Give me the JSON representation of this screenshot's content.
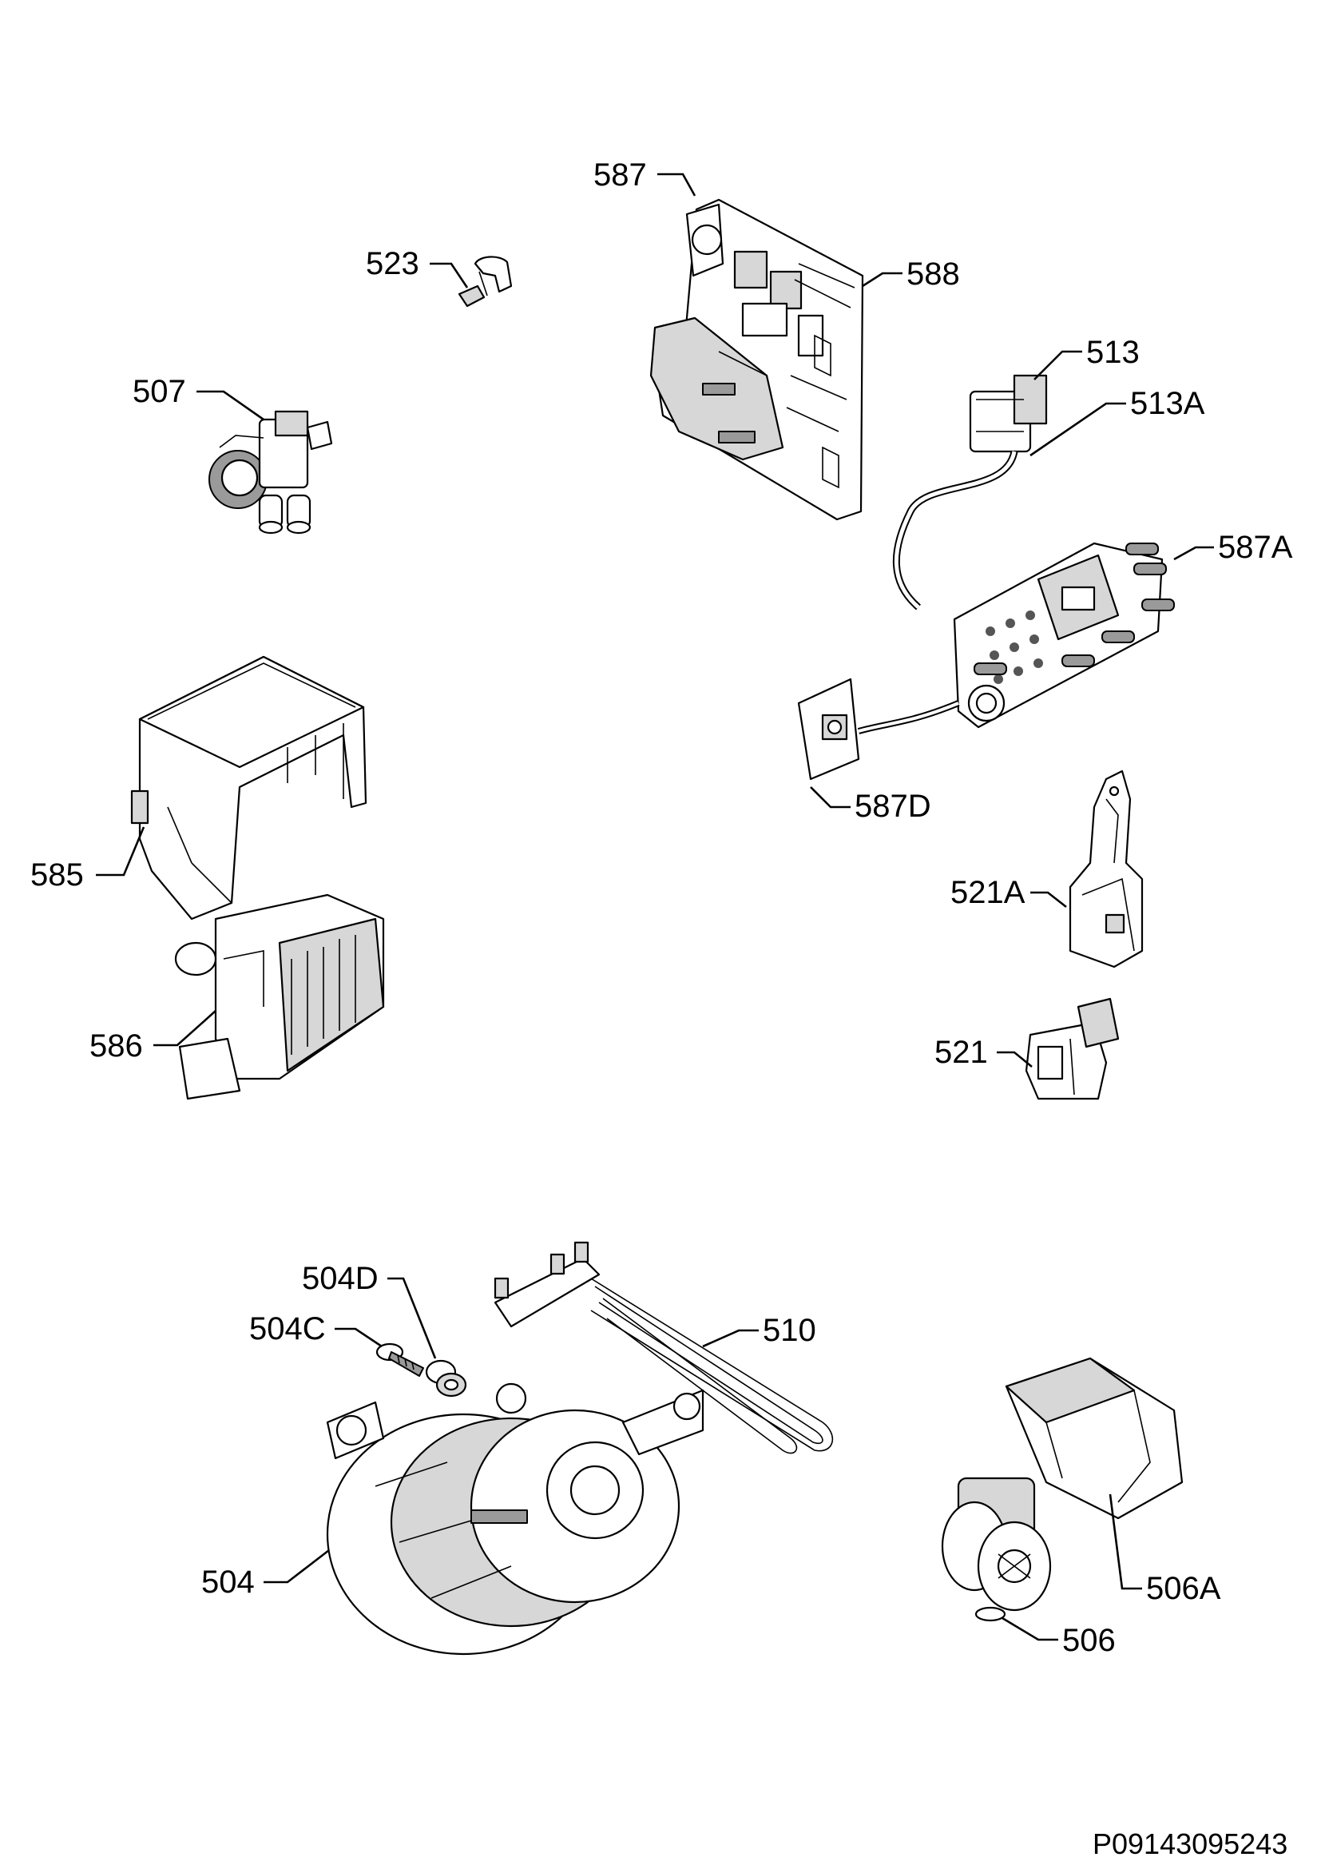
{
  "diagram": {
    "parts": [
      {
        "id": "587",
        "label": "587"
      },
      {
        "id": "588",
        "label": "588"
      },
      {
        "id": "523",
        "label": "523"
      },
      {
        "id": "507",
        "label": "507"
      },
      {
        "id": "513",
        "label": "513"
      },
      {
        "id": "513A",
        "label": "513A"
      },
      {
        "id": "587A",
        "label": "587A"
      },
      {
        "id": "587D",
        "label": "587D"
      },
      {
        "id": "585",
        "label": "585"
      },
      {
        "id": "586",
        "label": "586"
      },
      {
        "id": "521A",
        "label": "521A"
      },
      {
        "id": "521",
        "label": "521"
      },
      {
        "id": "504D",
        "label": "504D"
      },
      {
        "id": "504C",
        "label": "504C"
      },
      {
        "id": "510",
        "label": "510"
      },
      {
        "id": "504",
        "label": "504"
      },
      {
        "id": "506A",
        "label": "506A"
      },
      {
        "id": "506",
        "label": "506"
      }
    ],
    "reference_code": "P09143095243"
  }
}
